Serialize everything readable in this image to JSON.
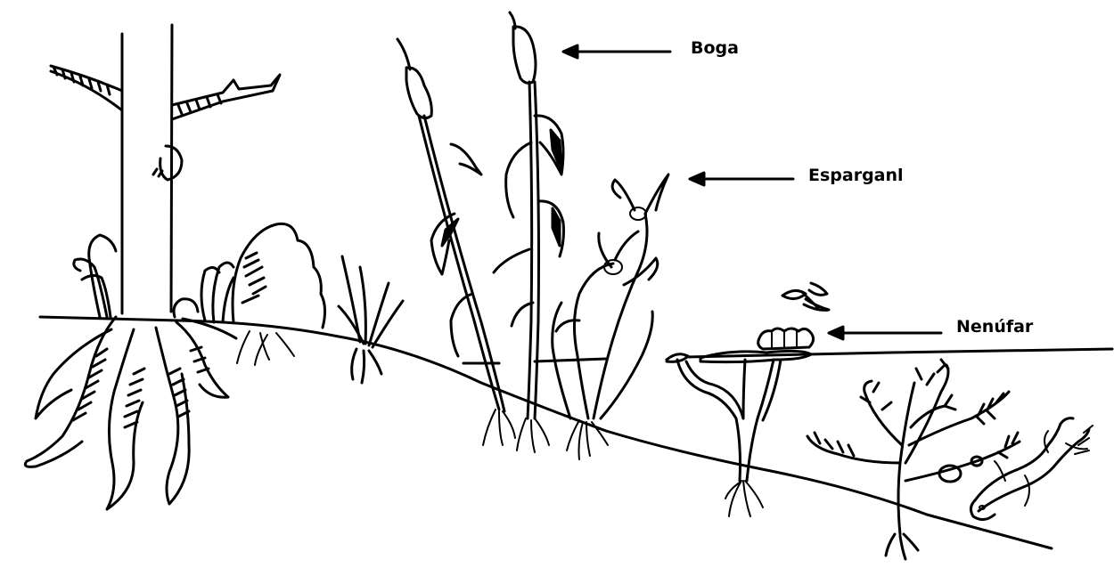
{
  "labels": {
    "boga": "Boga",
    "esparganl": "Esparganl",
    "nenufar": "Nenúfar"
  },
  "colors": {
    "ink": "#000000",
    "background": "#ffffff"
  }
}
